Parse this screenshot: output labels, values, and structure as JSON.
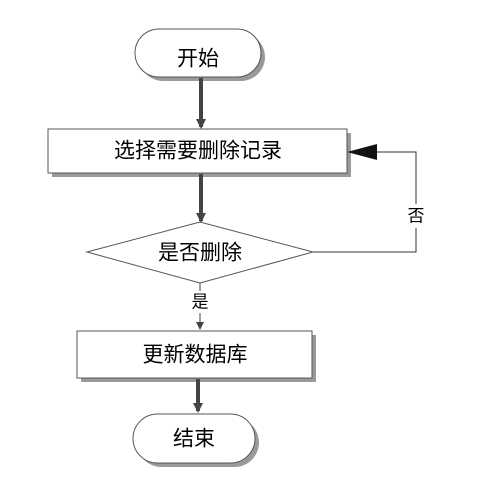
{
  "diagram": {
    "nodes": {
      "start": {
        "label": "开始",
        "shape": "terminator"
      },
      "select": {
        "label": "选择需要删除记录",
        "shape": "process"
      },
      "decision": {
        "label": "是否删除",
        "shape": "decision"
      },
      "update": {
        "label": "更新数据库",
        "shape": "process"
      },
      "end": {
        "label": "结束",
        "shape": "terminator"
      }
    },
    "edges": {
      "start_to_select": {
        "from": "start",
        "to": "select",
        "label": ""
      },
      "select_to_decision": {
        "from": "select",
        "to": "decision",
        "label": ""
      },
      "decision_yes": {
        "from": "decision",
        "to": "update",
        "label": "是"
      },
      "decision_no": {
        "from": "decision",
        "to": "select",
        "label": "否"
      },
      "update_to_end": {
        "from": "update",
        "to": "end",
        "label": ""
      }
    },
    "colors": {
      "stroke": "#555555",
      "arrow": "#444444",
      "shadow": "#9a9a9a",
      "fill": "#ffffff",
      "text": "#000000"
    }
  }
}
